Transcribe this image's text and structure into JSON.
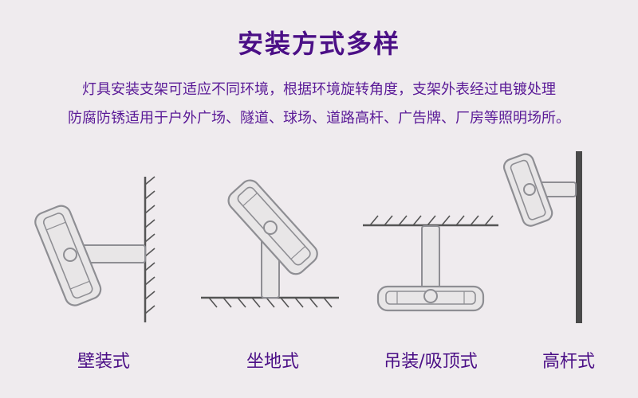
{
  "header": {
    "title": "安装方式多样",
    "line1": "灯具安装支架可适应不同环境，根据环境旋转角度，支架外表经过电镀处理",
    "line2": "防腐防锈适用于户外广场、隧道、球场、道路高杆、广告牌、厂房等照明场所。"
  },
  "methods": [
    {
      "label": "壁装式",
      "icon": "wall-mount-light-diagram"
    },
    {
      "label": "坐地式",
      "icon": "floor-mount-light-diagram"
    },
    {
      "label": "吊装/吸顶式",
      "icon": "ceiling-mount-light-diagram"
    },
    {
      "label": "高杆式",
      "icon": "pole-mount-light-diagram"
    }
  ],
  "colors": {
    "title": "#4b0f86",
    "text": "#5a1a97",
    "fixture_fill": "#e8e6e7",
    "fixture_stroke": "#8e8e93",
    "line": "#555555",
    "background": "#efebee"
  }
}
